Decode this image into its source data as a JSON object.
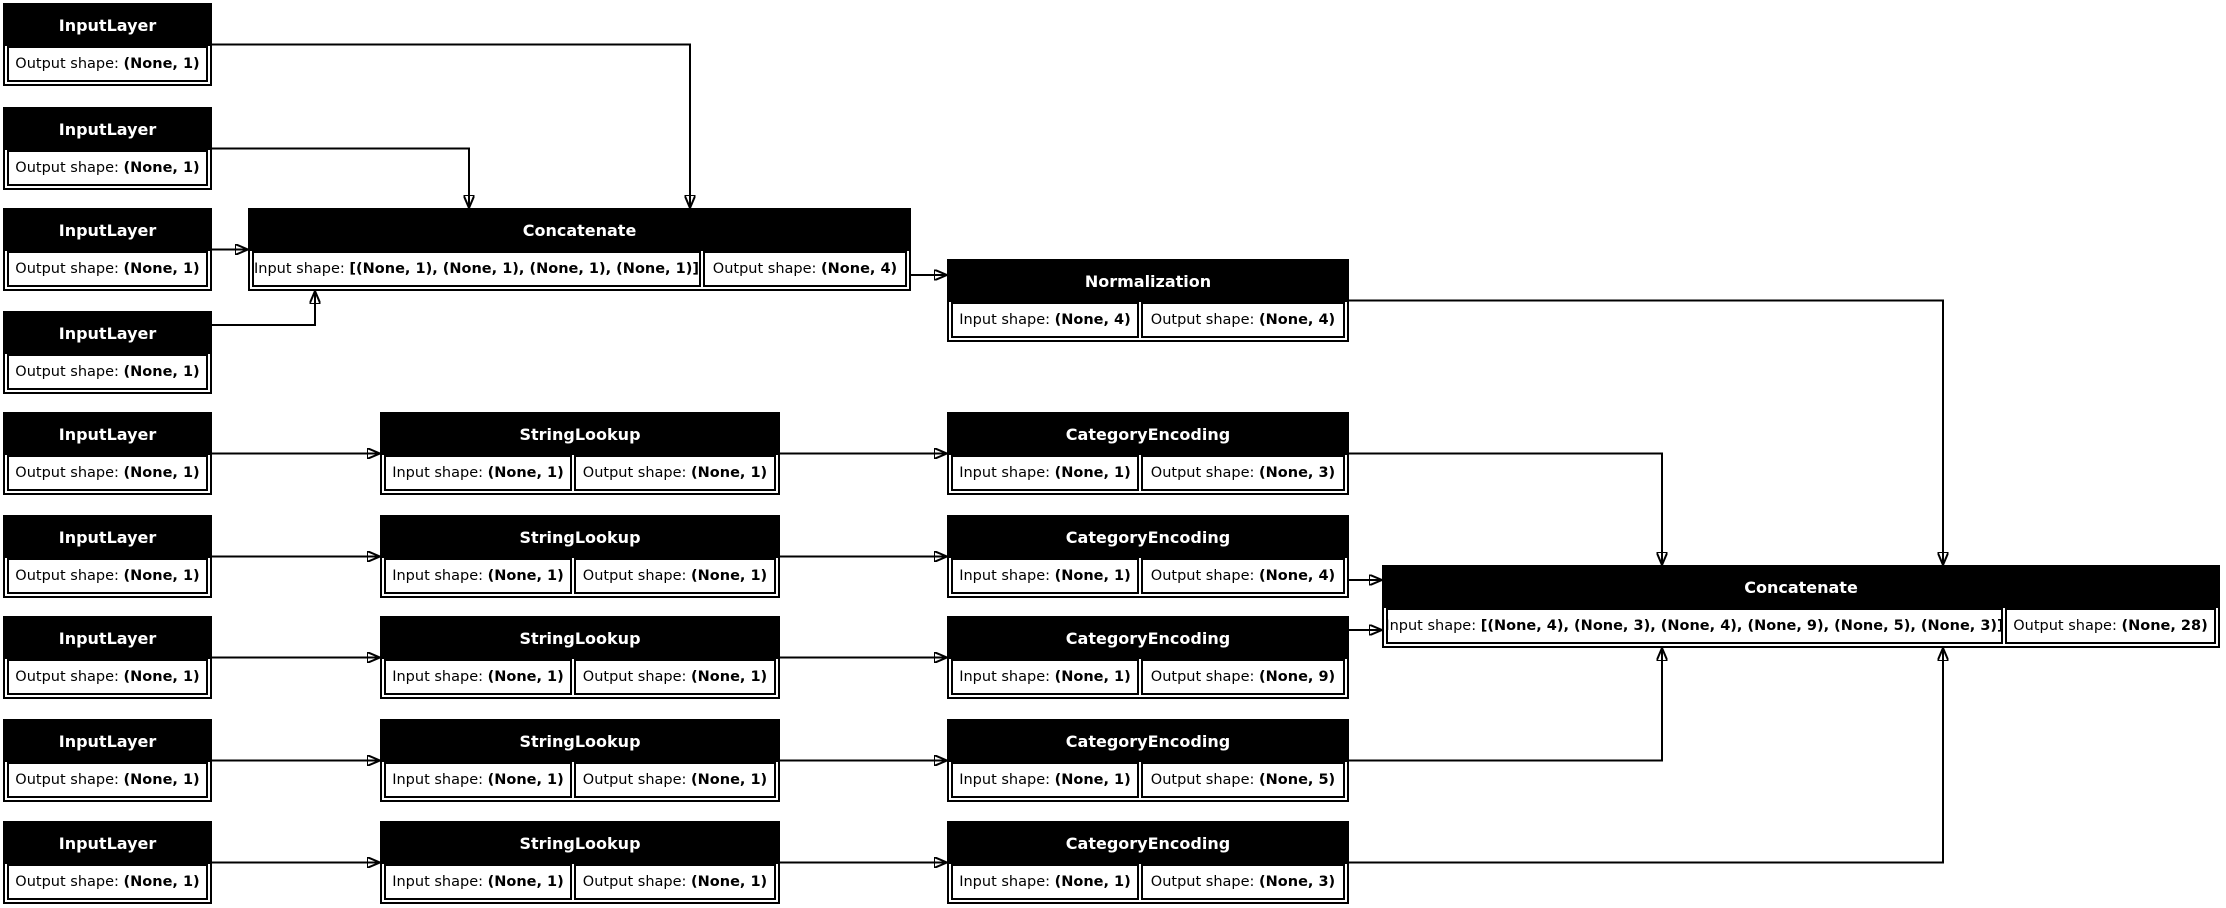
{
  "diagram": {
    "type": "keras-model-architecture-graph",
    "colors": {
      "background": "#ffffff",
      "node_title_fill": "#000000",
      "node_title_text": "#ffffff",
      "cell_fill": "#ffffff",
      "cell_text": "#000000",
      "border": "#000000",
      "edge": "#000000"
    }
  },
  "nodes": {
    "input_1": {
      "title": "InputLayer",
      "cells": [
        {
          "label": "Output shape: ",
          "value": "(None, 1)"
        }
      ]
    },
    "input_2": {
      "title": "InputLayer",
      "cells": [
        {
          "label": "Output shape: ",
          "value": "(None, 1)"
        }
      ]
    },
    "input_3": {
      "title": "InputLayer",
      "cells": [
        {
          "label": "Output shape: ",
          "value": "(None, 1)"
        }
      ]
    },
    "input_4": {
      "title": "InputLayer",
      "cells": [
        {
          "label": "Output shape: ",
          "value": "(None, 1)"
        }
      ]
    },
    "input_5": {
      "title": "InputLayer",
      "cells": [
        {
          "label": "Output shape: ",
          "value": "(None, 1)"
        }
      ]
    },
    "input_6": {
      "title": "InputLayer",
      "cells": [
        {
          "label": "Output shape: ",
          "value": "(None, 1)"
        }
      ]
    },
    "input_7": {
      "title": "InputLayer",
      "cells": [
        {
          "label": "Output shape: ",
          "value": "(None, 1)"
        }
      ]
    },
    "input_8": {
      "title": "InputLayer",
      "cells": [
        {
          "label": "Output shape: ",
          "value": "(None, 1)"
        }
      ]
    },
    "input_9": {
      "title": "InputLayer",
      "cells": [
        {
          "label": "Output shape: ",
          "value": "(None, 1)"
        }
      ]
    },
    "concat_1": {
      "title": "Concatenate",
      "cells": [
        {
          "label": "Input shape: ",
          "value": "[(None, 1), (None, 1), (None, 1), (None, 1)]"
        },
        {
          "label": "Output shape: ",
          "value": "(None, 4)"
        }
      ]
    },
    "norm": {
      "title": "Normalization",
      "cells": [
        {
          "label": "Input shape: ",
          "value": "(None, 4)"
        },
        {
          "label": "Output shape: ",
          "value": "(None, 4)"
        }
      ]
    },
    "lookup_1": {
      "title": "StringLookup",
      "cells": [
        {
          "label": "Input shape: ",
          "value": "(None, 1)"
        },
        {
          "label": "Output shape: ",
          "value": "(None, 1)"
        }
      ]
    },
    "lookup_2": {
      "title": "StringLookup",
      "cells": [
        {
          "label": "Input shape: ",
          "value": "(None, 1)"
        },
        {
          "label": "Output shape: ",
          "value": "(None, 1)"
        }
      ]
    },
    "lookup_3": {
      "title": "StringLookup",
      "cells": [
        {
          "label": "Input shape: ",
          "value": "(None, 1)"
        },
        {
          "label": "Output shape: ",
          "value": "(None, 1)"
        }
      ]
    },
    "lookup_4": {
      "title": "StringLookup",
      "cells": [
        {
          "label": "Input shape: ",
          "value": "(None, 1)"
        },
        {
          "label": "Output shape: ",
          "value": "(None, 1)"
        }
      ]
    },
    "lookup_5": {
      "title": "StringLookup",
      "cells": [
        {
          "label": "Input shape: ",
          "value": "(None, 1)"
        },
        {
          "label": "Output shape: ",
          "value": "(None, 1)"
        }
      ]
    },
    "encode_1": {
      "title": "CategoryEncoding",
      "cells": [
        {
          "label": "Input shape: ",
          "value": "(None, 1)"
        },
        {
          "label": "Output shape: ",
          "value": "(None, 3)"
        }
      ]
    },
    "encode_2": {
      "title": "CategoryEncoding",
      "cells": [
        {
          "label": "Input shape: ",
          "value": "(None, 1)"
        },
        {
          "label": "Output shape: ",
          "value": "(None, 4)"
        }
      ]
    },
    "encode_3": {
      "title": "CategoryEncoding",
      "cells": [
        {
          "label": "Input shape: ",
          "value": "(None, 1)"
        },
        {
          "label": "Output shape: ",
          "value": "(None, 9)"
        }
      ]
    },
    "encode_4": {
      "title": "CategoryEncoding",
      "cells": [
        {
          "label": "Input shape: ",
          "value": "(None, 1)"
        },
        {
          "label": "Output shape: ",
          "value": "(None, 5)"
        }
      ]
    },
    "encode_5": {
      "title": "CategoryEncoding",
      "cells": [
        {
          "label": "Input shape: ",
          "value": "(None, 1)"
        },
        {
          "label": "Output shape: ",
          "value": "(None, 3)"
        }
      ]
    },
    "concat_2": {
      "title": "Concatenate",
      "cells": [
        {
          "label": "Input shape: ",
          "value": "[(None, 4), (None, 3), (None, 4), (None, 9), (None, 5), (None, 3)]"
        },
        {
          "label": "Output shape: ",
          "value": "(None, 28)"
        }
      ]
    }
  }
}
